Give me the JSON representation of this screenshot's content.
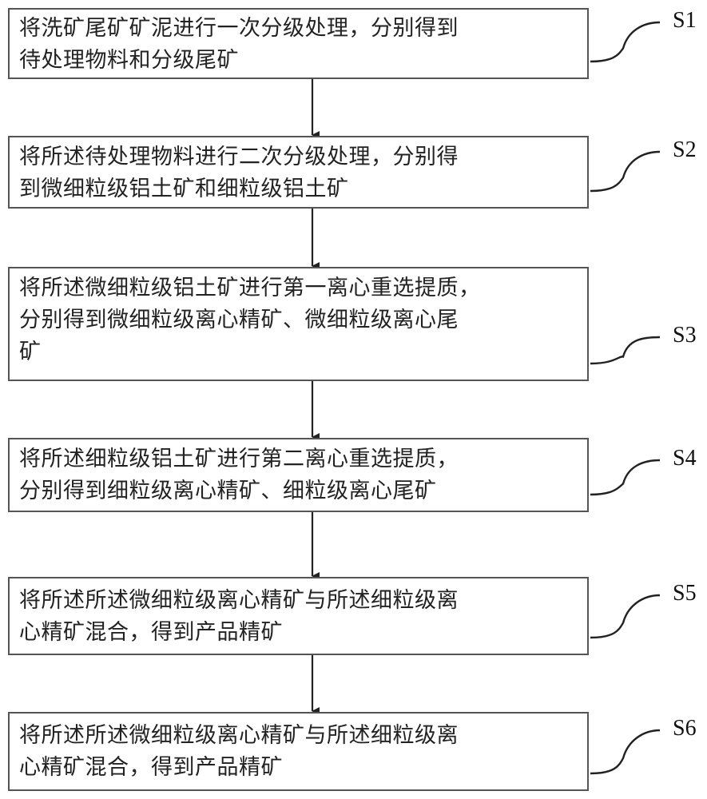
{
  "diagram": {
    "type": "flowchart",
    "direction": "top-to-bottom",
    "steps": [
      {
        "id": "S1",
        "label": "S1",
        "text": "将洗矿尾矿矿泥进行一次分级处理，分别得到待处理物料和分级尾矿"
      },
      {
        "id": "S2",
        "label": "S2",
        "text": "将所述待处理物料进行二次分级处理，分别得到微细粒级铝土矿和细粒级铝土矿"
      },
      {
        "id": "S3",
        "label": "S3",
        "text": "将所述微细粒级铝土矿进行第一离心重选提质，分别得到微细粒级离心精矿、微细粒级离心尾矿"
      },
      {
        "id": "S4",
        "label": "S4",
        "text": "将所述细粒级铝土矿进行第二离心重选提质，分别得到细粒级离心精矿、细粒级离心尾矿"
      },
      {
        "id": "S5",
        "label": "S5",
        "text": "将所述所述微细粒级离心精矿与所述细粒级离心精矿混合，得到产品精矿"
      },
      {
        "id": "S6",
        "label": "S6",
        "text": "将所述所述微细粒级离心精矿与所述细粒级离心精矿混合，得到产品精矿"
      }
    ],
    "edges": [
      {
        "from": "S1",
        "to": "S2"
      },
      {
        "from": "S2",
        "to": "S3"
      },
      {
        "from": "S3",
        "to": "S4"
      },
      {
        "from": "S4",
        "to": "S5"
      },
      {
        "from": "S5",
        "to": "S6"
      }
    ],
    "colors": {
      "border": "#555555",
      "text": "#222222",
      "arrow": "#222222"
    }
  }
}
